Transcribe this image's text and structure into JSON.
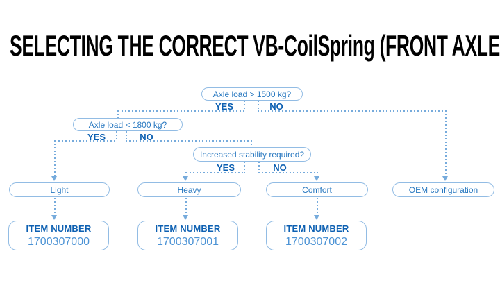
{
  "title": "SELECTING THE CORRECT VB-CoilSpring (FRONT AXLE)",
  "colors": {
    "background": "#ffffff",
    "title_text": "#000000",
    "connector_line": "#76abdc",
    "node_border": "#92bce4",
    "node_text": "#2878c0",
    "branch_label_text": "#0d60b2",
    "item_label_text": "#0d60b2",
    "item_number_text": "#4c93d5"
  },
  "flowchart": {
    "decisions": [
      {
        "question": "Axle load > 1500 kg?",
        "yes_label": "YES",
        "no_label": "NO"
      },
      {
        "question": "Axle load < 1800 kg?",
        "yes_label": "YES",
        "no_label": "NO"
      },
      {
        "question": "Increased stability required?",
        "yes_label": "YES",
        "no_label": "NO"
      }
    ],
    "results": [
      {
        "label": "Light",
        "item_label": "ITEM NUMBER",
        "item_number": "1700307000"
      },
      {
        "label": "Heavy",
        "item_label": "ITEM NUMBER",
        "item_number": "1700307001"
      },
      {
        "label": "Comfort",
        "item_label": "ITEM NUMBER",
        "item_number": "1700307002"
      },
      {
        "label": "OEM configuration"
      }
    ]
  }
}
